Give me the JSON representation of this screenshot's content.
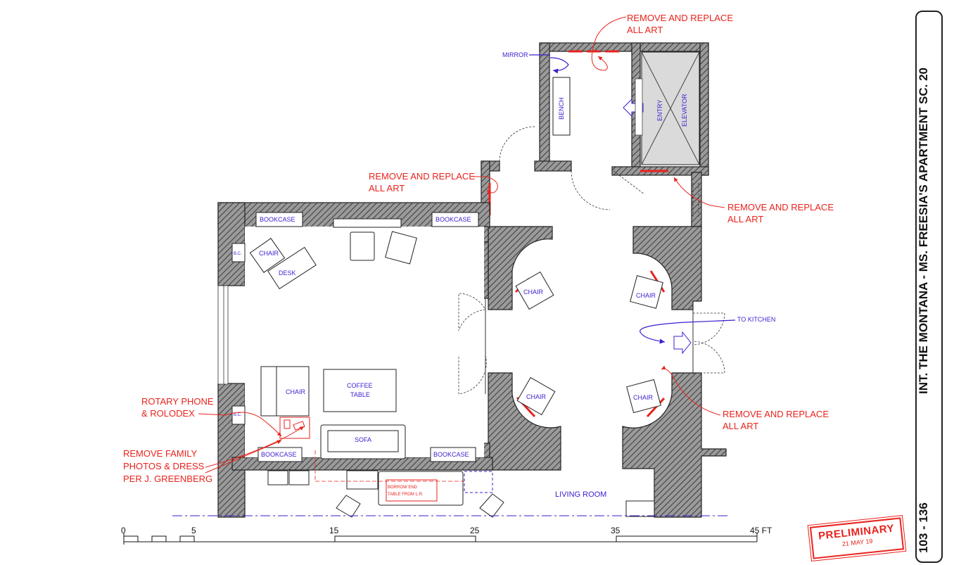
{
  "title_block": {
    "title": "INT. THE MONTANA - MS. FREESIA'S APARTMENT SC. 20",
    "sheet": "103 - 136"
  },
  "stamp": {
    "title": "PRELIMINARY",
    "date": "21 MAY 19"
  },
  "labels": {
    "mirror": "MIRROR",
    "bench": "BENCH",
    "entry": "ENTRY",
    "elevator": "ELEVATOR",
    "bookcase": "BOOKCASE",
    "bc": "B.C.",
    "chair": "CHAIR",
    "desk": "DESK",
    "coffee_table_1": "COFFEE",
    "coffee_table_2": "TABLE",
    "sofa": "SOFA",
    "to_kitchen": "TO KITCHEN",
    "living_room": "LIVING ROOM",
    "borrow_1": "BORROW END",
    "borrow_2": "TABLE FROM L.R."
  },
  "notes": {
    "remove_art_1": "REMOVE AND REPLACE",
    "remove_art_2": "ALL ART",
    "rotary_1": "ROTARY PHONE",
    "rotary_2": "& ROLODEX",
    "family_1": "REMOVE FAMILY",
    "family_2": "PHOTOS & DRESS",
    "family_3": "PER J. GREENBERG"
  },
  "scale_bar": {
    "ticks": [
      "0",
      "5",
      "15",
      "25",
      "35",
      "45 FT"
    ]
  },
  "colors": {
    "annotation_red": "#e8231d",
    "label_blue": "#3a1fd0"
  }
}
